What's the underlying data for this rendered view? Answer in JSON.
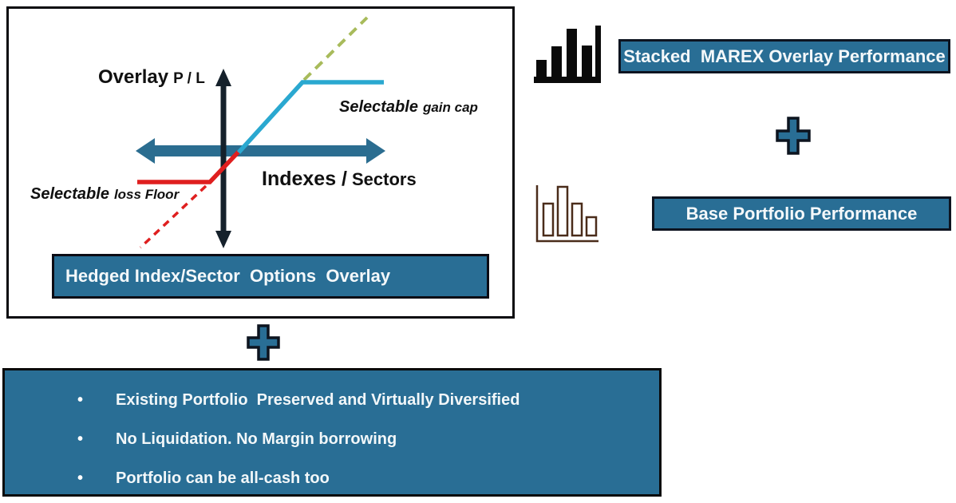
{
  "colors": {
    "teal": "#296e95",
    "dark_border": "#0d141f",
    "axis_dark": "#15212b",
    "gain_line_cyan": "#2aa8d0",
    "loss_line_red": "#df1f1f",
    "dashed_olive": "#a8bb5b",
    "icon_outline_brown": "#4a2c1a",
    "icon_black": "#0a0a0a"
  },
  "diagram": {
    "y_axis_label_main": "Overlay",
    "y_axis_label_sub": "P / L",
    "x_axis_label_main": "Indexes /",
    "x_axis_label_sub": "Sectors",
    "gain_cap_label_main": "Selectable",
    "gain_cap_label_sub": "gain cap",
    "loss_floor_label_main": "Selectable",
    "loss_floor_label_sub": "loss Floor",
    "banner": "Hedged Index/Sector  Options  Overlay"
  },
  "operators": {
    "plus_left": "+",
    "plus_right": "+"
  },
  "right_panel": {
    "stacked_banner": "Stacked  MAREX Overlay Performance",
    "base_banner": "Base Portfolio Performance",
    "stacked_icon": "stacked-bar-chart-icon",
    "base_icon": "outlined-bar-chart-icon"
  },
  "bottom_panel": {
    "bullets": [
      "Existing Portfolio  Preserved and Virtually Diversified",
      "No Liquidation. No Margin borrowing",
      "Portfolio can be all-cash too"
    ]
  }
}
